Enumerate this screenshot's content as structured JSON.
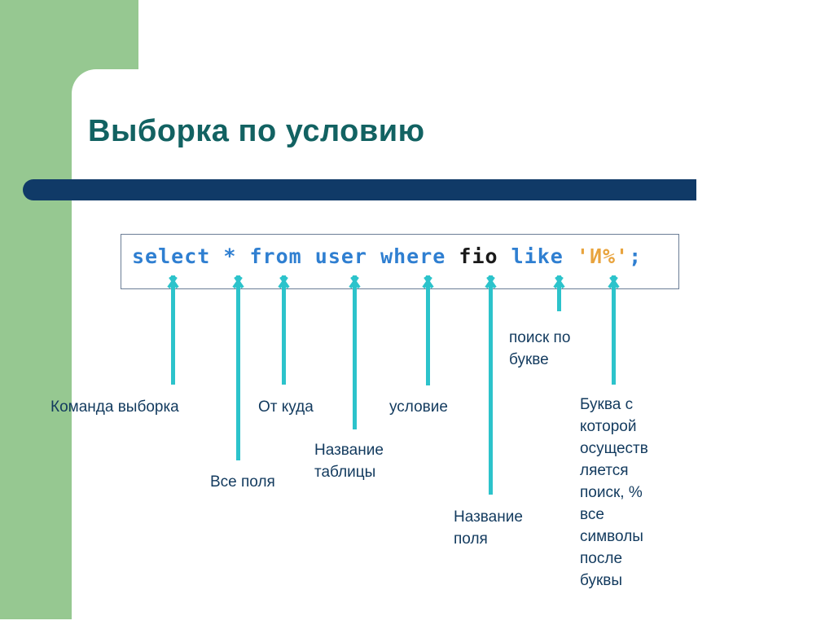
{
  "slide": {
    "title": "Выборка по условию",
    "theme": {
      "green": "#96c891",
      "navy": "#103a67",
      "title_color": "#126262",
      "arrow_color": "#2cc3cb",
      "label_color": "#123a5e",
      "code_keyword_color": "#2f7fd1",
      "code_identifier_color": "#1a1a1a",
      "code_string_color": "#e8a33d",
      "code_box_border": "#6b7d96"
    }
  },
  "code": {
    "full_statement": "select * from user where fio like 'И%';",
    "tokens": [
      {
        "text": "select",
        "kind": "keyword"
      },
      {
        "text": "*",
        "kind": "keyword"
      },
      {
        "text": "from",
        "kind": "keyword"
      },
      {
        "text": "user",
        "kind": "keyword"
      },
      {
        "text": "where",
        "kind": "keyword"
      },
      {
        "text": "fio",
        "kind": "identifier"
      },
      {
        "text": "like",
        "kind": "keyword"
      },
      {
        "text": "'И%'",
        "kind": "string"
      },
      {
        "text": ";",
        "kind": "punctuation"
      }
    ]
  },
  "annotations": [
    {
      "id": "command",
      "label": "Команда выборка",
      "target_token": "select"
    },
    {
      "id": "all-fields",
      "label": "Все поля",
      "target_token": "*"
    },
    {
      "id": "from-where",
      "label": "От куда",
      "target_token": "from"
    },
    {
      "id": "table-name",
      "label": "Название\nтаблицы",
      "target_token": "user"
    },
    {
      "id": "condition",
      "label": "условие",
      "target_token": "where"
    },
    {
      "id": "field-name",
      "label": "Название\nполя",
      "target_token": "fio"
    },
    {
      "id": "search-by-letter",
      "label": "поиск по\nбукве",
      "target_token": "like"
    },
    {
      "id": "letter-description",
      "label": "Буква с\nкоторой\nосуществ\nляется\nпоиск, %\nвсе\nсимволы\nпосле\nбуквы",
      "target_token": "'И%'"
    }
  ]
}
